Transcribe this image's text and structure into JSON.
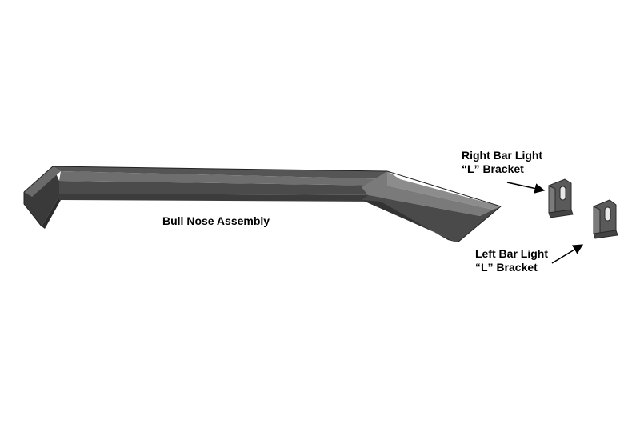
{
  "labels": {
    "bull_nose": "Bull Nose Assembly",
    "right_bracket": {
      "line1": "Right Bar Light",
      "line2": "“L” Bracket"
    },
    "left_bracket": {
      "line1": "Left Bar Light",
      "line2": "“L” Bracket"
    }
  },
  "colors": {
    "part_dark": "#3f3f3f",
    "part_mid": "#5c5c5c",
    "part_light": "#8a8a8a",
    "arrow": "#000000"
  }
}
